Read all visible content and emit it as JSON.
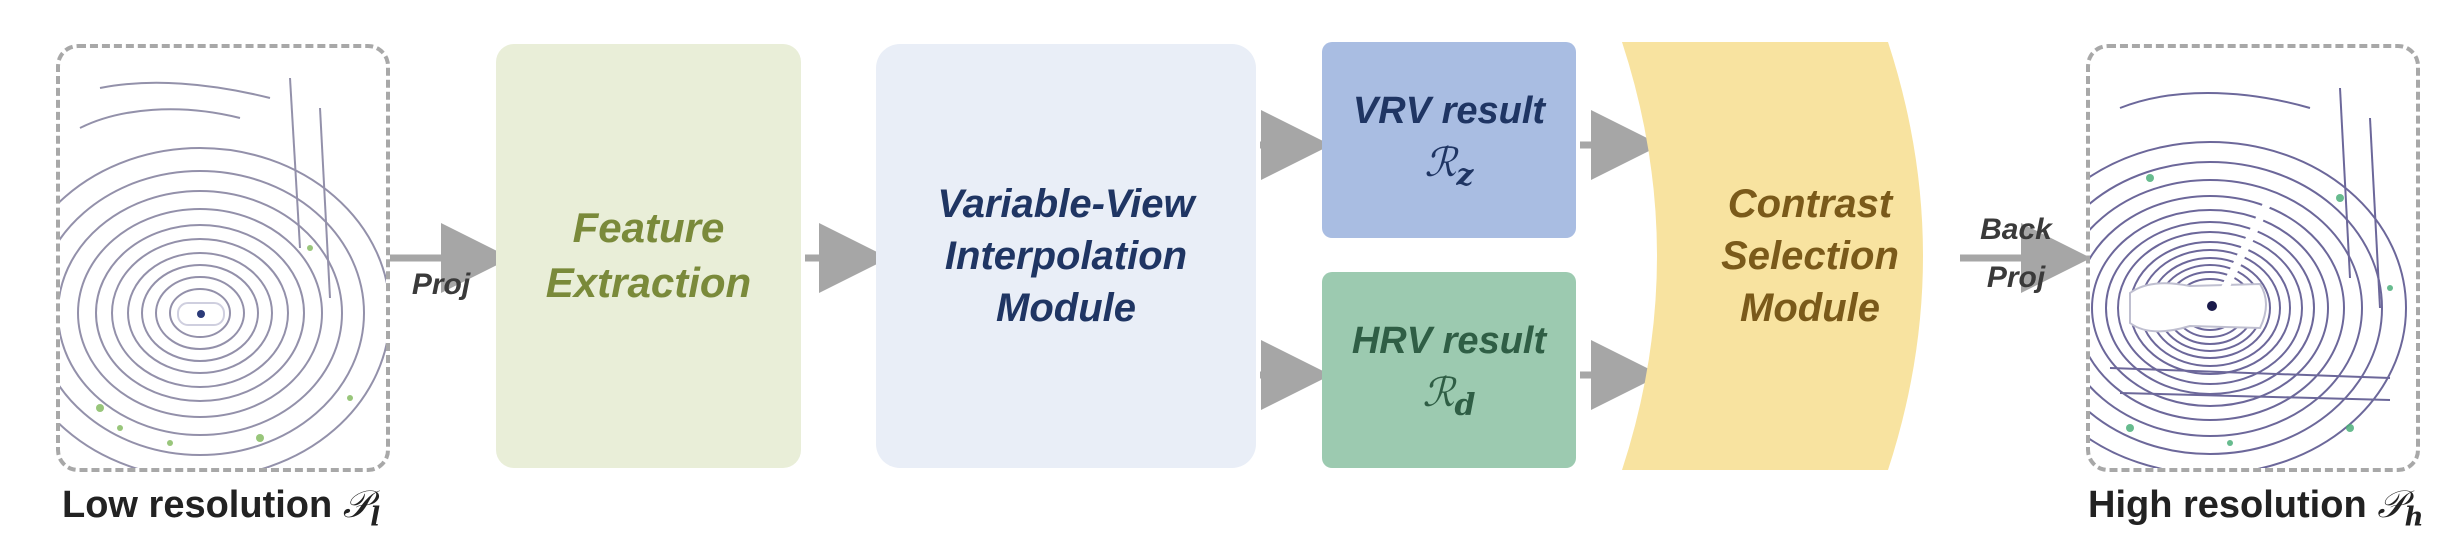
{
  "input": {
    "caption": "Low resolution",
    "symbol": "𝒫",
    "subscript": "l"
  },
  "output": {
    "caption": "High resolution",
    "symbol": "𝒫",
    "subscript": "h"
  },
  "arrows": {
    "proj": "Proj",
    "back_proj_line1": "Back",
    "back_proj_line2": "Proj"
  },
  "feature": {
    "line1": "Feature",
    "line2": "Extraction"
  },
  "interp": {
    "line1": "Variable-View",
    "line2": "Interpolation",
    "line3": "Module"
  },
  "vrv": {
    "title": "VRV result",
    "symbol": "ℛ",
    "subscript": "z"
  },
  "hrv": {
    "title": "HRV result",
    "symbol": "ℛ",
    "subscript": "d"
  },
  "contrast": {
    "line1": "Contrast",
    "line2": "Selection",
    "line3": "Module"
  },
  "colors": {
    "feature_bg": "#e9eed8",
    "feature_text": "#7a8a3a",
    "interp_bg": "#e9eef7",
    "interp_text": "#1f3563",
    "vrv_bg": "#a9bde2",
    "vrv_text": "#1f3563",
    "hrv_bg": "#9ccab0",
    "hrv_text": "#2f5e45",
    "contrast_bg": "#f8e3a0",
    "contrast_text": "#7a5a1a",
    "arrow": "#a6a6a6"
  }
}
